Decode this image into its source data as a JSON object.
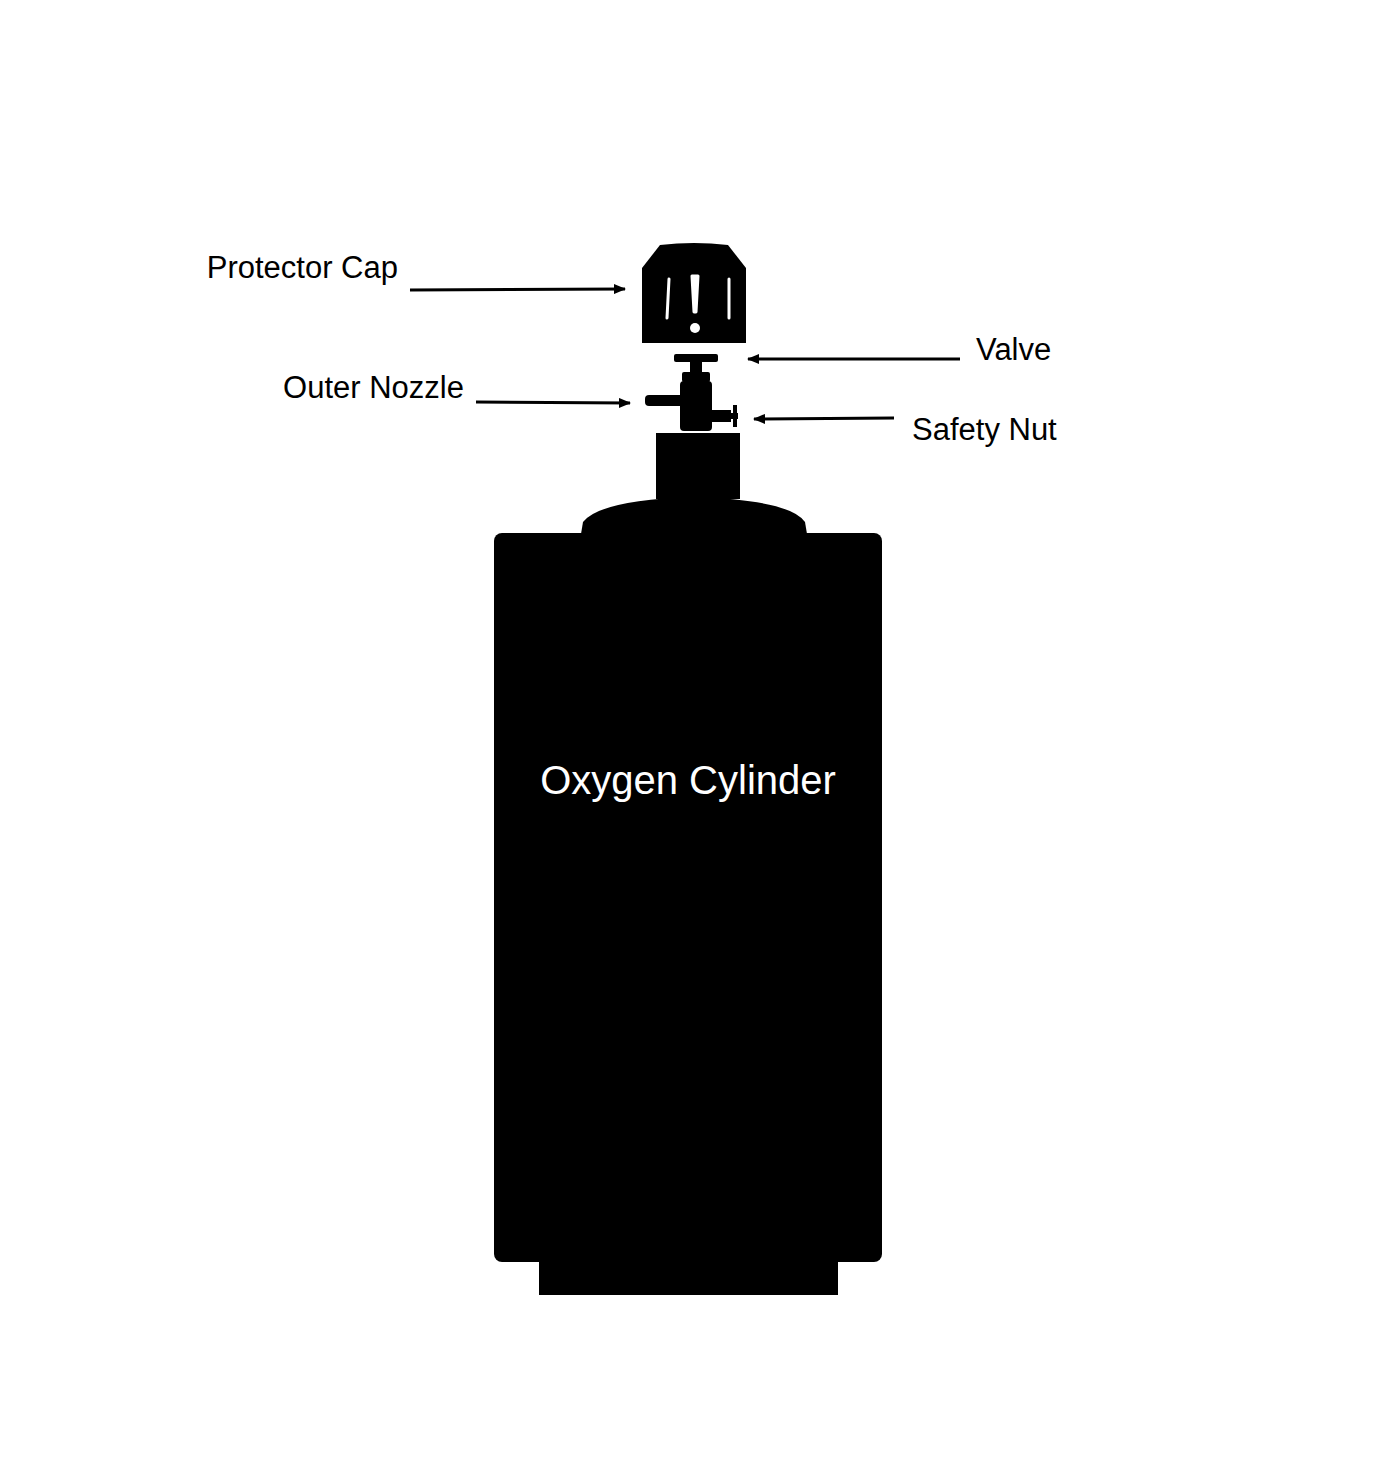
{
  "diagram": {
    "nodes": [
      {
        "text": [
          "Oxygen Cylinder"
        ]
      }
    ],
    "labels": [
      "Protector Cap",
      "Valve",
      "Outer Nozzle",
      "Safety Nut"
    ]
  }
}
